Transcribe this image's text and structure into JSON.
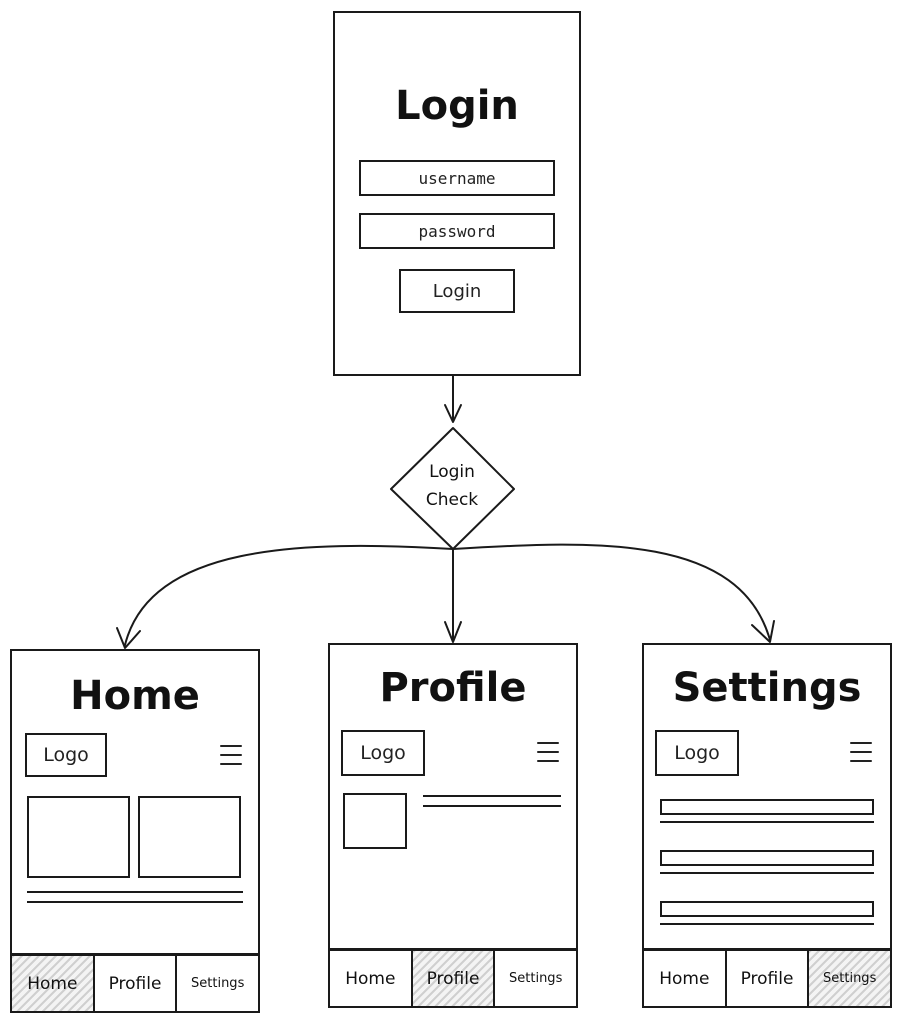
{
  "login": {
    "title": "Login",
    "username_placeholder": "username",
    "password_placeholder": "password",
    "button_label": "Login"
  },
  "decision": {
    "line1": "Login",
    "line2": "Check"
  },
  "screens": {
    "home": {
      "title": "Home",
      "logo": "Logo",
      "menu_icon": "hamburger-menu-icon",
      "tabs": [
        "Home",
        "Profile",
        "Settings"
      ],
      "active_tab": "Home"
    },
    "profile": {
      "title": "Profile",
      "logo": "Logo",
      "menu_icon": "hamburger-menu-icon",
      "tabs": [
        "Home",
        "Profile",
        "Settings"
      ],
      "active_tab": "Profile"
    },
    "settings": {
      "title": "Settings",
      "logo": "Logo",
      "menu_icon": "hamburger-menu-icon",
      "tabs": [
        "Home",
        "Profile",
        "Settings"
      ],
      "active_tab": "Settings"
    }
  },
  "colors": {
    "stroke": "#1a1a1a",
    "hatch": "#d0d0d0",
    "background": "#ffffff"
  }
}
